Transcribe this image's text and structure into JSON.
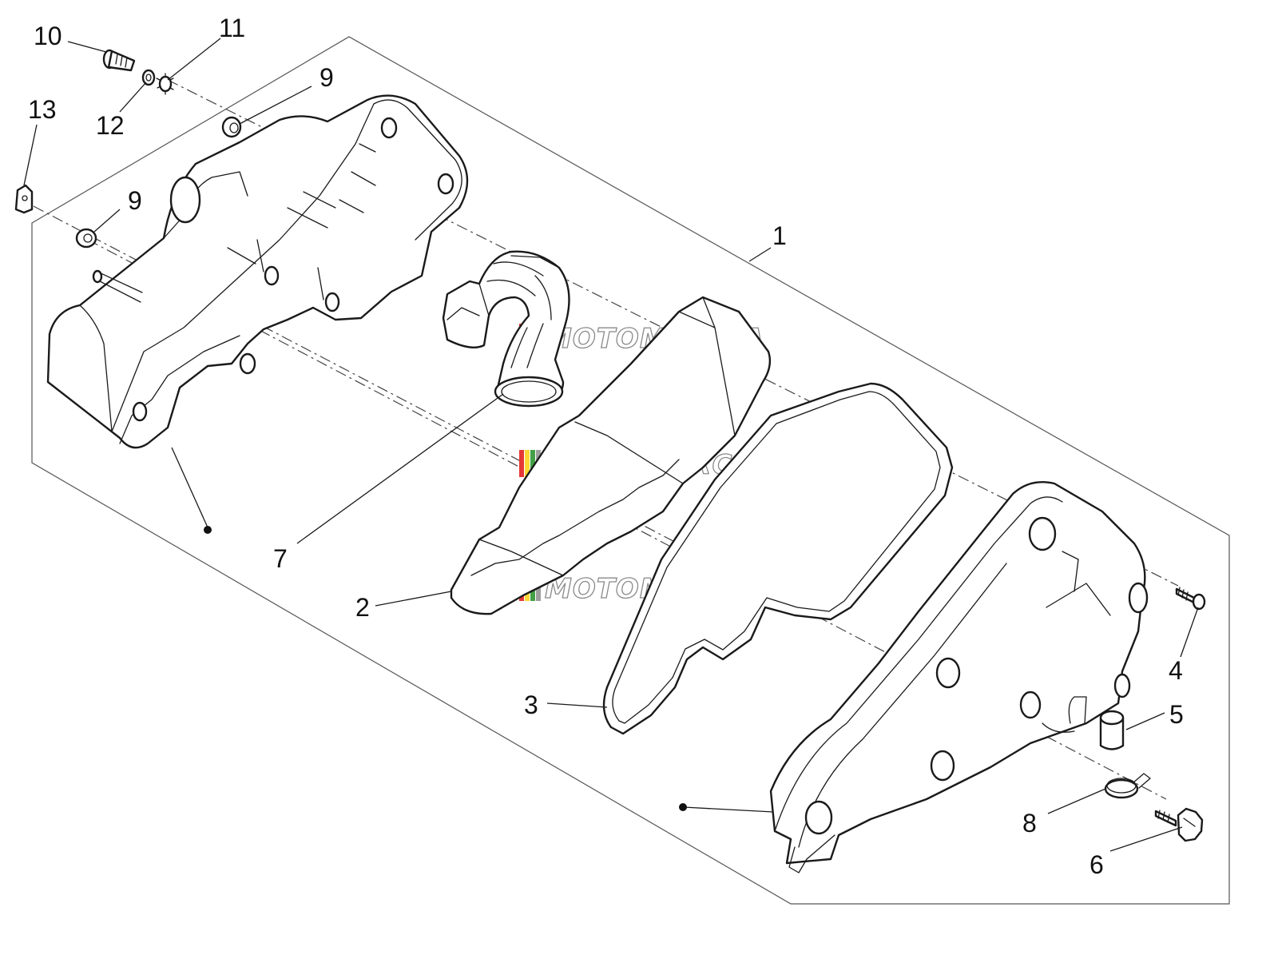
{
  "diagram": {
    "colors": {
      "line": "#1a1a1a",
      "watermark_stroke": "#8a8a8a",
      "watermark_stripes": [
        "#e53935",
        "#fdd835",
        "#43a047",
        "#9e9e9e"
      ]
    },
    "watermark": {
      "text": "MOTOMURCiA"
    },
    "callouts": [
      {
        "id": "1",
        "label": "1"
      },
      {
        "id": "2",
        "label": "2"
      },
      {
        "id": "3",
        "label": "3"
      },
      {
        "id": "4",
        "label": "4"
      },
      {
        "id": "5",
        "label": "5"
      },
      {
        "id": "6",
        "label": "6"
      },
      {
        "id": "7",
        "label": "7"
      },
      {
        "id": "8",
        "label": "8"
      },
      {
        "id": "9a",
        "label": "9"
      },
      {
        "id": "9b",
        "label": "9"
      },
      {
        "id": "10",
        "label": "10"
      },
      {
        "id": "11",
        "label": "11"
      },
      {
        "id": "12",
        "label": "12"
      },
      {
        "id": "13",
        "label": "13"
      }
    ]
  }
}
